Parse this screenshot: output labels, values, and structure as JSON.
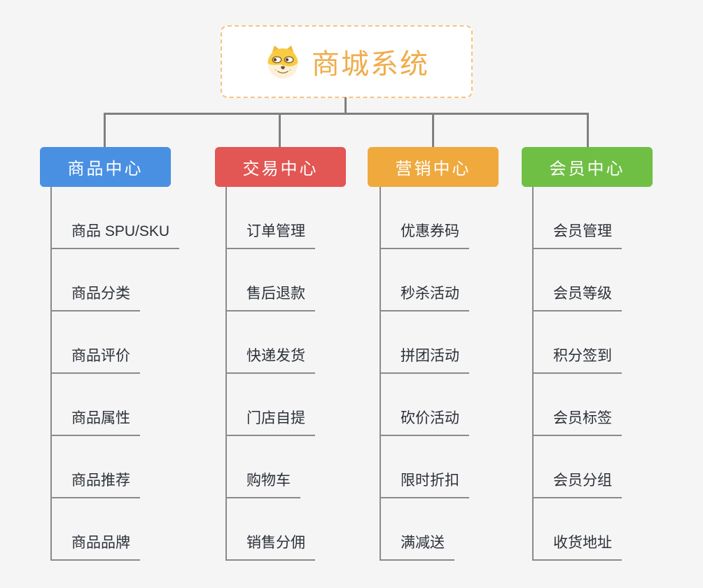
{
  "theme": {
    "bg": "#f5f5f6",
    "connector": "#808080",
    "line": "#8a8a8a",
    "leaf_text": "#2c3137",
    "root_text": "#f0ac4b",
    "root_border": "#f4c57e"
  },
  "root": {
    "label": "商城系统",
    "icon": "doge-icon"
  },
  "branches": [
    {
      "label": "商品中心",
      "color": "#4a90e2",
      "children": [
        "商品 SPU/SKU",
        "商品分类",
        "商品评价",
        "商品属性",
        "商品推荐",
        "商品品牌"
      ]
    },
    {
      "label": "交易中心",
      "color": "#e25654",
      "children": [
        "订单管理",
        "售后退款",
        "快递发货",
        "门店自提",
        "购物车",
        "销售分佣"
      ]
    },
    {
      "label": "营销中心",
      "color": "#efa93d",
      "children": [
        "优惠券码",
        "秒杀活动",
        "拼团活动",
        "砍价活动",
        "限时折扣",
        "满减送"
      ]
    },
    {
      "label": "会员中心",
      "color": "#6fbf44",
      "children": [
        "会员管理",
        "会员等级",
        "积分签到",
        "会员标签",
        "会员分组",
        "收货地址"
      ]
    }
  ]
}
